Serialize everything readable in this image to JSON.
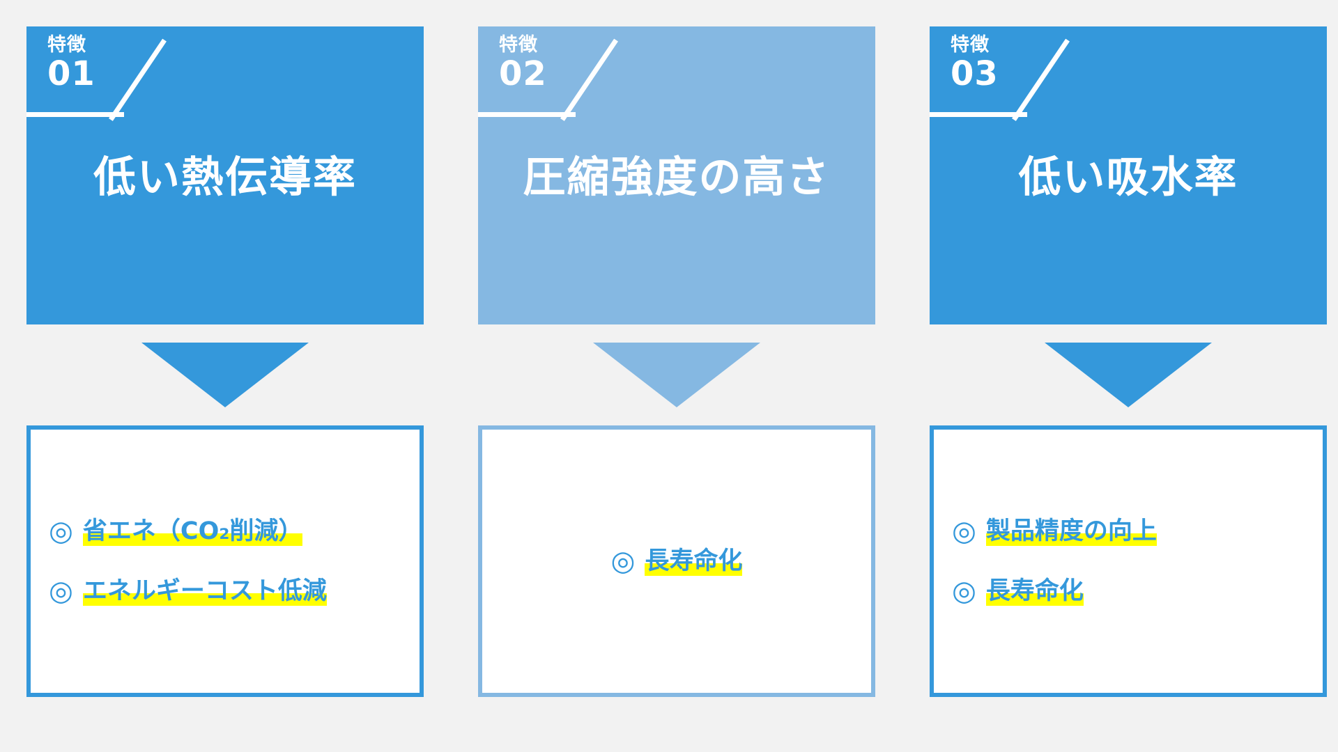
{
  "page": {
    "background_color": "#f2f2f2",
    "accent_dark": "#3498db",
    "accent_light": "#85b8e2",
    "highlight_color": "#ffff00",
    "bullet_mark": "◎"
  },
  "columns": [
    {
      "tone": "dark",
      "badge_kicker": "特徴",
      "badge_number": "01",
      "title": "低い熱伝導率",
      "arrow": "down-triangle",
      "benefits": [
        {
          "mark": "◎",
          "text_pre": "省エネ（CO",
          "text_sub": "2",
          "text_post": "削減）",
          "full": "省エネ（CO2削減）"
        },
        {
          "mark": "◎",
          "text_pre": "エネルギーコスト低減",
          "text_sub": "",
          "text_post": "",
          "full": "エネルギーコスト低減"
        }
      ],
      "centered": false
    },
    {
      "tone": "light",
      "badge_kicker": "特徴",
      "badge_number": "02",
      "title": "圧縮強度の高さ",
      "arrow": "down-triangle",
      "benefits": [
        {
          "mark": "◎",
          "text_pre": "長寿命化",
          "text_sub": "",
          "text_post": "",
          "full": "長寿命化"
        }
      ],
      "centered": true
    },
    {
      "tone": "dark",
      "badge_kicker": "特徴",
      "badge_number": "03",
      "title": "低い吸水率",
      "arrow": "down-triangle",
      "benefits": [
        {
          "mark": "◎",
          "text_pre": "製品精度の向上",
          "text_sub": "",
          "text_post": "",
          "full": "製品精度の向上"
        },
        {
          "mark": "◎",
          "text_pre": "長寿命化",
          "text_sub": "",
          "text_post": "",
          "full": "長寿命化"
        }
      ],
      "centered": false
    }
  ]
}
